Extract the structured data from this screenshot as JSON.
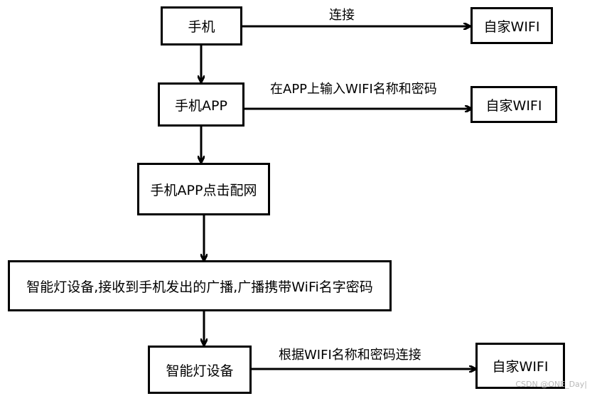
{
  "nodes": {
    "phone": "手机",
    "home_wifi_1": "自家WIFI",
    "phone_app": "手机APP",
    "home_wifi_2": "自家WIFI",
    "app_click_config": "手机APP点击配网",
    "smart_lamp_receive": "智能灯设备,接收到手机发出的广播,广播携带WiFi名字密码",
    "smart_lamp": "智能灯设备",
    "home_wifi_3": "自家WIFI"
  },
  "edges": {
    "connect": "连接",
    "enter_wifi": "在APP上输入WIFI名称和密码",
    "connect_by_name_password": "根据WIFI名称和密码连接"
  },
  "watermark": "CSDN @ONE_Day|"
}
